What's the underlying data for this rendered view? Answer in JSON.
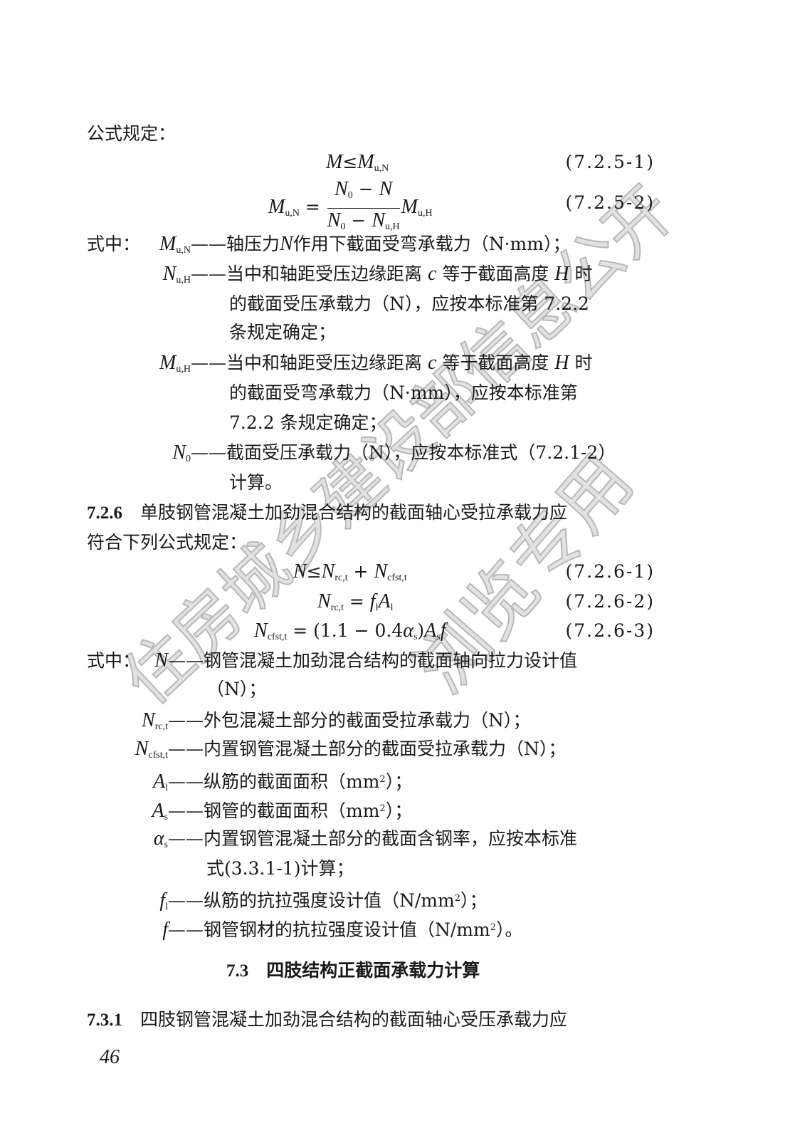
{
  "lines": [
    {
      "segs": [
        "公式规定："
      ]
    },
    {
      "segs": [
        {
          "i": "M"
        },
        "≤",
        {
          "i": "M"
        },
        {
          "s": "u,N"
        }
      ],
      "num": "(7.2.5-1)"
    },
    {
      "segs": [
        {
          "i": "M"
        },
        {
          "s": "u,N"
        },
        " = ",
        {
          "f": [
            [
              {
                "i": "N"
              },
              {
                "s": "0"
              },
              " − ",
              {
                "i": "N"
              }
            ],
            [
              {
                "i": "N"
              },
              {
                "s": "0"
              },
              " − ",
              {
                "i": "N"
              },
              {
                "s": "u,H"
              }
            ]
          ]
        },
        {
          "i": "M"
        },
        {
          "s": "u,H"
        }
      ],
      "num": "(7.2.5-2)"
    },
    {
      "lead": "式中：",
      "term": [
        {
          "i": "M"
        },
        {
          "s": "u,N"
        }
      ],
      "segs": [
        "——轴压力",
        {
          "i": "N"
        },
        "作用下截面受弯承载力（N·mm）；"
      ]
    },
    {
      "term": [
        {
          "i": "N"
        },
        {
          "s": "u,H"
        }
      ],
      "segs": [
        "——当中和轴距受压边缘距离 ",
        {
          "i": "c"
        },
        " 等于截面高度 ",
        {
          "i": "H"
        },
        " 时"
      ]
    },
    {
      "segs": [
        "的截面受压承载力（N），应按本标准第 7.2.2"
      ]
    },
    {
      "segs": [
        "条规定确定；"
      ]
    },
    {
      "term": [
        {
          "i": "M"
        },
        {
          "s": "u,H"
        }
      ],
      "segs": [
        "——当中和轴距受压边缘距离 ",
        {
          "i": "c"
        },
        " 等于截面高度 ",
        {
          "i": "H"
        },
        " 时"
      ]
    },
    {
      "segs": [
        "的截面受弯承载力（N·mm），应按本标准第"
      ]
    },
    {
      "segs": [
        "7.2.2 条规定确定；"
      ]
    },
    {
      "term": [
        {
          "i": "N"
        },
        {
          "s": "0"
        }
      ],
      "segs": [
        "——截面受压承载力（N），应按本标准式（7.2.1-2）"
      ]
    },
    {
      "segs": [
        "计算。"
      ]
    },
    {
      "segs": [
        {
          "b": "7.2.6"
        },
        "　单肢钢管混凝土加劲混合结构的截面轴心受拉承载力应"
      ]
    },
    {
      "segs": [
        "符合下列公式规定："
      ]
    },
    {
      "segs": [
        {
          "i": "N"
        },
        "≤",
        {
          "i": "N"
        },
        {
          "s": "rc,t"
        },
        " + ",
        {
          "i": "N"
        },
        {
          "s": "cfst,t"
        }
      ],
      "num": "(7.2.6-1)"
    },
    {
      "segs": [
        {
          "i": "N"
        },
        {
          "s": "rc,t"
        },
        " = ",
        {
          "i": "f"
        },
        {
          "s": "l"
        },
        {
          "i": "A"
        },
        {
          "s": "l"
        }
      ],
      "num": "(7.2.6-2)"
    },
    {
      "segs": [
        {
          "i": "N"
        },
        {
          "s": "cfst,t"
        },
        " = (1.1 − 0.4",
        {
          "i": "α"
        },
        {
          "s": "s"
        },
        ")",
        {
          "i": "A"
        },
        {
          "s": "s"
        },
        {
          "i": "f"
        }
      ],
      "num": "(7.2.6-3)"
    },
    {
      "lead": "式中：",
      "term": [
        {
          "i": "N"
        }
      ],
      "segs": [
        "——钢管混凝土加劲混合结构的截面轴向拉力设计值"
      ]
    },
    {
      "segs": [
        "（N）；"
      ]
    },
    {
      "term": [
        {
          "i": "N"
        },
        {
          "s": "rc,t"
        }
      ],
      "segs": [
        "——外包混凝土部分的截面受拉承载力（N）；"
      ]
    },
    {
      "term": [
        {
          "i": "N"
        },
        {
          "s": "cfst,t"
        }
      ],
      "segs": [
        "——内置钢管混凝土部分的截面受拉承载力（N）；"
      ]
    },
    {
      "term": [
        {
          "i": "A"
        },
        {
          "s": "l"
        }
      ],
      "segs": [
        "——纵筋的截面面积（mm",
        {
          "S": "2"
        },
        "）；"
      ]
    },
    {
      "term": [
        {
          "i": "A"
        },
        {
          "s": "s"
        }
      ],
      "segs": [
        "——钢管的截面面积（mm",
        {
          "S": "2"
        },
        "）；"
      ]
    },
    {
      "term": [
        {
          "i": "α"
        },
        {
          "s": "s"
        }
      ],
      "segs": [
        "——内置钢管混凝土部分的截面含钢率，应按本标准"
      ]
    },
    {
      "segs": [
        "式(3.3.1-1)计算；"
      ]
    },
    {
      "term": [
        {
          "i": "f"
        },
        {
          "s": "l"
        }
      ],
      "segs": [
        "——纵筋的抗拉强度设计值（N/mm",
        {
          "S": "2"
        },
        "）；"
      ]
    },
    {
      "term": [
        {
          "i": "f"
        }
      ],
      "segs": [
        "——钢管钢材的抗拉强度设计值（N/mm",
        {
          "S": "2"
        },
        "）。"
      ]
    },
    {
      "segs": [
        {
          "b": "7.3"
        },
        "　四肢结构正截面承载力计算"
      ]
    },
    {
      "segs": [
        {
          "b": "7.3.1"
        },
        "　四肢钢管混凝土加劲混合结构的截面轴心受压承载力应"
      ]
    },
    {
      "segs": [
        "46"
      ]
    }
  ],
  "watermark": {
    "line1": "住房城乡建设部信息公开",
    "line2": "浏览专用",
    "color": "#c4c4c4"
  }
}
